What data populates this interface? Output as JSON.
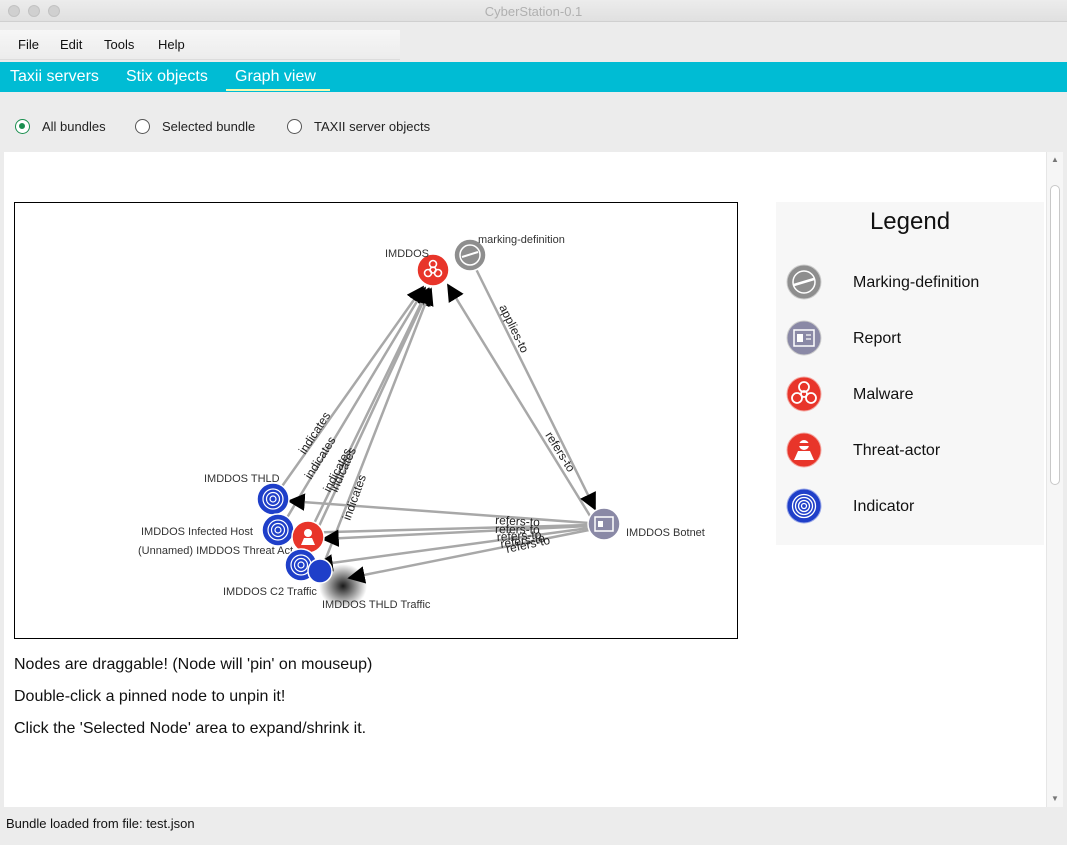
{
  "window": {
    "title": "CyberStation-0.1"
  },
  "menu": {
    "file": "File",
    "edit": "Edit",
    "tools": "Tools",
    "help": "Help"
  },
  "tabs": {
    "taxii": "Taxii servers",
    "stix": "Stix objects",
    "graph": "Graph view"
  },
  "radios": {
    "all": "All bundles",
    "selected": "Selected bundle",
    "taxii": "TAXII server objects",
    "checked": "all"
  },
  "graph": {
    "nodes": {
      "imddos": "IMDDOS",
      "marking": "marking-definition",
      "botnet": "IMDDOS Botnet",
      "thld": "IMDDOS THLD",
      "infected": "IMDDOS Infected Host",
      "unnamed": "(Unnamed) IMDDOS Threat Act",
      "c2": "IMDDOS C2 Traffic",
      "thld_traffic": "IMDDOS THLD Traffic"
    },
    "edges": {
      "indicates": "indicates",
      "indicated": "indicates",
      "applies_to": "applies-to",
      "refers_to": "refers-to"
    }
  },
  "legend": {
    "title": "Legend",
    "items": [
      {
        "label": "Marking-definition",
        "icon": "marking-definition-icon",
        "color": "#8e8e8e"
      },
      {
        "label": "Report",
        "icon": "report-icon",
        "color": "#8a89a6"
      },
      {
        "label": "Malware",
        "icon": "malware-icon",
        "color": "#e8352a"
      },
      {
        "label": "Threat-actor",
        "icon": "threat-actor-icon",
        "color": "#e8352a"
      },
      {
        "label": "Indicator",
        "icon": "indicator-icon",
        "color": "#1f3fc9"
      }
    ]
  },
  "help": {
    "line1": "Nodes are draggable! (Node will 'pin' on mouseup)",
    "line2": "Double-click a pinned node to unpin it!",
    "line3": "Click the 'Selected Node' area to expand/shrink it."
  },
  "status": "Bundle loaded from file: test.json",
  "colors": {
    "accent": "#00bcd4",
    "tab_underline": "#f4f9b0",
    "radio_checked": "#1a8f4f"
  }
}
